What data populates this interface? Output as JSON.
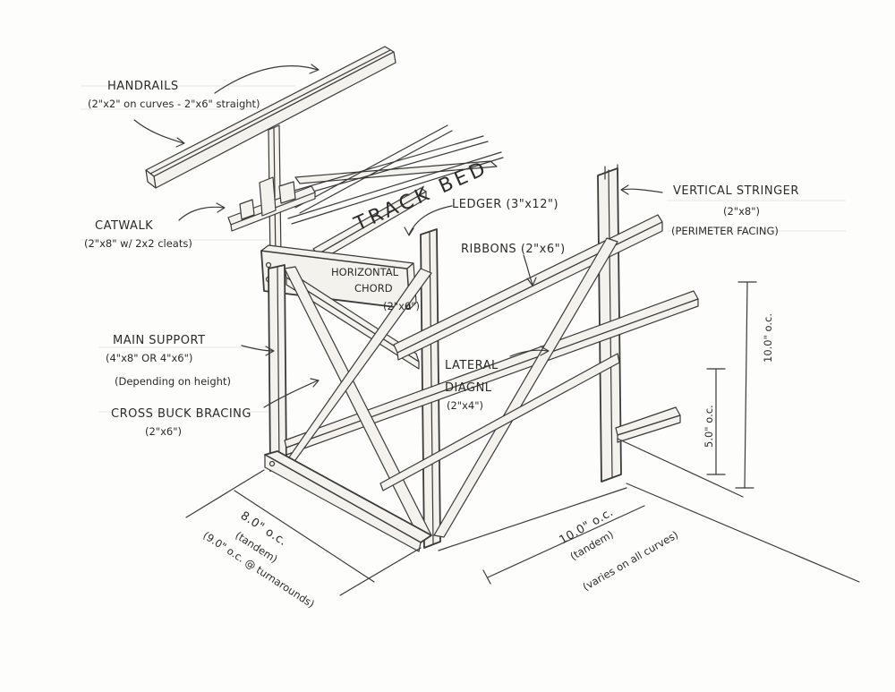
{
  "labels": {
    "handrails": "HANDRAILS",
    "handrails_sub": "(2\"x2\" on curves - 2\"x6\" straight)",
    "catwalk": "CATWALK",
    "catwalk_sub": "(2\"x8\" w/ 2x2 cleats)",
    "track_bed": "TRACK BED",
    "ledger": "LEDGER (3\"x12\")",
    "vertical_stringer": "VERTICAL STRINGER",
    "vertical_stringer_size": "(2\"x8\")",
    "vertical_stringer_sub": "(PERIMETER FACING)",
    "ribbons": "RIBBONS (2\"x6\")",
    "horizontal_chord_1": "HORIZONTAL",
    "horizontal_chord_2": "CHORD",
    "horizontal_chord_size": "(2\"x6\")",
    "main_support": "MAIN SUPPORT",
    "main_support_size": "(4\"x8\" OR 4\"x6\")",
    "main_support_sub": "(Depending on height)",
    "cross_buck": "CROSS BUCK BRACING",
    "cross_buck_size": "(2\"x6\")",
    "lateral_1": "LATERAL",
    "lateral_2": "DIAGNL",
    "lateral_size": "(2\"x4\")",
    "dim_10_vert": "10.0\" o.c.",
    "dim_5_vert": "5.0\" o.c.",
    "dim_8": "8.0\" o.c.",
    "dim_8_sub": "(tandem)",
    "dim_9": "(9.0\" o.c. @ turnarounds)",
    "dim_10": "10.0\" o.c.",
    "dim_10_sub": "(tandem)",
    "dim_10_note": "(varies on all curves)"
  }
}
